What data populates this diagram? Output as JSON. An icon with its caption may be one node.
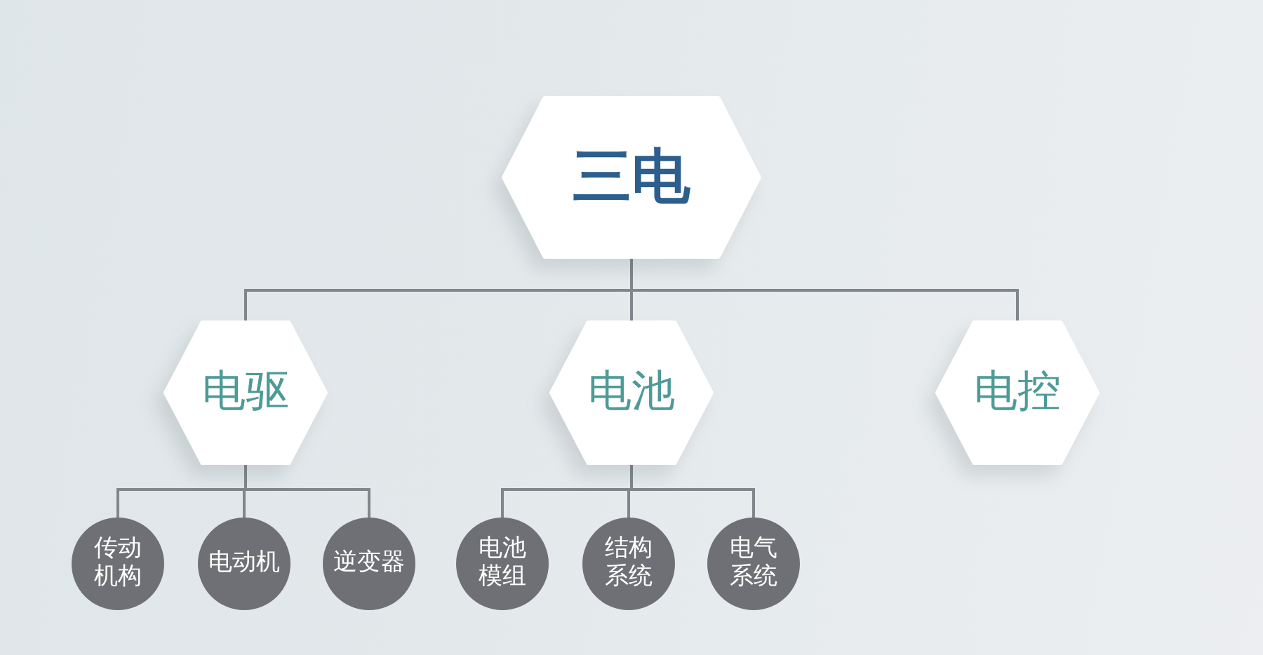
{
  "diagram": {
    "nodes": [
      {
        "text": [
          "三电"
        ]
      },
      {
        "text": [
          "电驱"
        ]
      },
      {
        "text": [
          "电池"
        ]
      },
      {
        "text": [
          "电控"
        ]
      },
      {
        "text": [
          "传动机构"
        ]
      },
      {
        "text": [
          "电动机"
        ]
      },
      {
        "text": [
          "逆变器"
        ]
      },
      {
        "text": [
          "电池模组"
        ]
      },
      {
        "text": [
          "结构系统"
        ]
      },
      {
        "text": [
          "电气系统"
        ]
      }
    ],
    "edges": [
      {
        "from": 0,
        "to": 1,
        "arrow": "none"
      },
      {
        "from": 0,
        "to": 2,
        "arrow": "none"
      },
      {
        "from": 0,
        "to": 3,
        "arrow": "none"
      },
      {
        "from": 1,
        "to": 4,
        "arrow": "none"
      },
      {
        "from": 1,
        "to": 5,
        "arrow": "none"
      },
      {
        "from": 1,
        "to": 6,
        "arrow": "none"
      },
      {
        "from": 2,
        "to": 7,
        "arrow": "none"
      },
      {
        "from": 2,
        "to": 8,
        "arrow": "none"
      },
      {
        "from": 2,
        "to": 9,
        "arrow": "none"
      }
    ]
  }
}
